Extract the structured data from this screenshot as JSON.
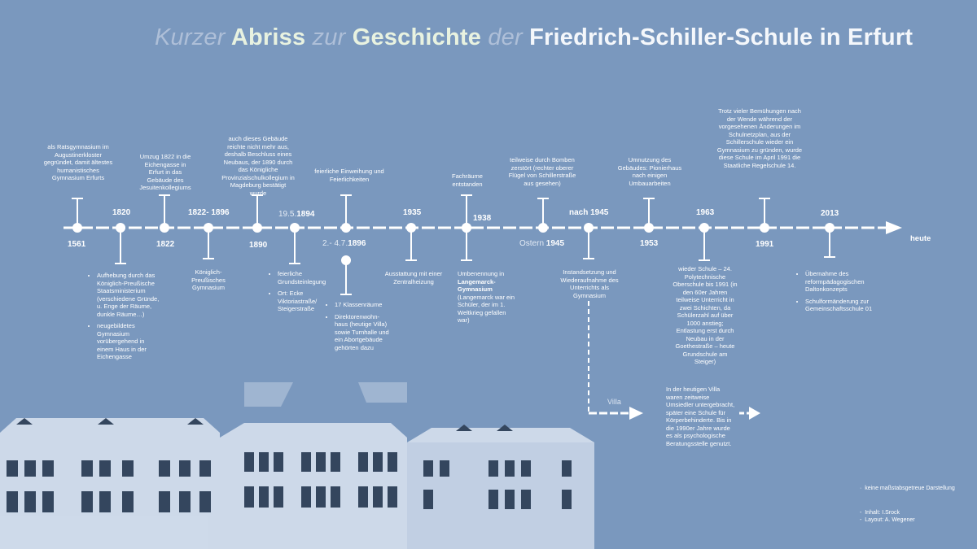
{
  "title": {
    "part1": "Kurzer",
    "part2": "Abriss",
    "part3": "zur",
    "part4": "Geschichte",
    "part5": "der",
    "part6": "Friedrich-Schiller-Schule in Erfurt"
  },
  "timeline": {
    "end_label": "heute",
    "events": [
      {
        "year": "1561",
        "text": "als Ratsgymnasium im Augustinerkloster gegründet, damit ältestes humanistisches Gymnasium Erfurts"
      },
      {
        "year": "1820",
        "items": [
          "Aufhebung durch das Königlich-Preußische Staatsministerium (verschiedene Gründe, u. Enge der Räume, dunkle Räume…)",
          "neugebildetes Gymnasium vorübergehend in einem Haus in der Eichengasse"
        ]
      },
      {
        "year": "1822",
        "text": "Umzug 1822 in die Eichengasse in Erfurt in das Gebäude des Jesuitenkollegiums"
      },
      {
        "year": "1822- 1896",
        "text": "Königlich-Preußisches Gymnasium"
      },
      {
        "year": "1890",
        "text": "auch dieses Gebäude reichte nicht mehr aus, deshalb Beschluss eines Neubaus, der 1890 durch das Königliche Provinzialschulkollegium in Magdeburg bestätigt wurde"
      },
      {
        "year_prefix": "19.5.",
        "year": "1894",
        "items": [
          "feierliche Grundsteinlegung",
          "Ort: Ecke Viktoriastraße/ Steigerstraße"
        ]
      },
      {
        "year_prefix": "2.- 4.7.",
        "year": "1896",
        "text": "feierliche Einweihung  und Feierlichkeiten",
        "items": [
          "17 Klassenräume",
          "Direktorenwohn-haus (heutige Villa) sowie Turnhalle und ein Abortgebäude gehörten dazu"
        ]
      },
      {
        "year": "1935",
        "text": "Ausstattung mit einer Zentralheizung"
      },
      {
        "year": "1938",
        "text": "Fachräume entstanden",
        "text_below_pre": "Umbenennung in",
        "text_below_bold": "Langemarck-Gymnasium",
        "text_below_post": "(Langemarck war ein Schüler, der im 1. Weltkrieg gefallen war)"
      },
      {
        "year_prefix": "Ostern ",
        "year": "1945",
        "text": "teilweise durch Bomben zerstört (rechter oberer Flügel von Schillerstraße aus gesehen)"
      },
      {
        "year": "nach 1945",
        "text": "Instandsetzung und Wiederaufnahme des Unterrichts als Gymnasium"
      },
      {
        "year": "1953",
        "text": "Umnutzung des Gebäudes: Pionierhaus nach einigen Umbauarbeiten"
      },
      {
        "year": "1963",
        "text": "wieder Schule – 24. Polytechnische Oberschule bis 1991 (in den 60er Jahren teilweise Unterricht in zwei Schichten, da Schülerzahl auf über 1000 anstieg; Entlastung erst durch Neubau in der Goethestraße – heute Grundschule am Steiger)"
      },
      {
        "year": "1991",
        "text": "Trotz vieler Bemühungen nach der Wende während der vorgesehenen Änderungen im Schulnetzplan, aus der Schillerschule wieder ein Gymnasium zu gründen, wurde diese Schule im April 1991 die Staatliche Regelschule 14."
      },
      {
        "year": "2013",
        "items": [
          "Übernahme des reformpädagogischen Daltonkonzepts",
          "Schulformänderung zur Gemeinschaftsschule 01"
        ]
      }
    ]
  },
  "villa": {
    "label": "Villa",
    "text": "In der heutigen Villa waren zeitweise Umsiedler untergebracht, später eine Schule für Körperbehinderte. Bis in die 1990er Jahre wurde es als psychologische Beratungsstelle genutzt."
  },
  "footer": {
    "scale_note": "keine maßstabsgetreue Darstellung",
    "content": "Inhalt: I.Srock",
    "layout": "Layout: A. Wegener"
  },
  "colors": {
    "background": "#7a98be",
    "title_light": "#aebfd8",
    "title_green": "#e8f2e0",
    "building": "#d7e1ee"
  }
}
